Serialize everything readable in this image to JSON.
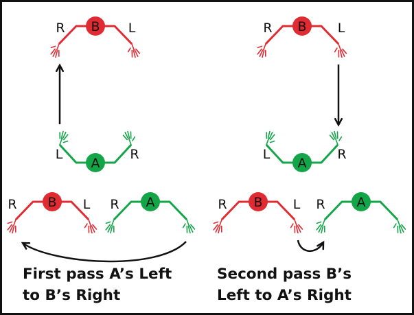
{
  "colors": {
    "person_b": "#e02b33",
    "person_a": "#13a548",
    "arrow": "#111111",
    "frame": "#111111"
  },
  "icons": {
    "hand": "hand-icon",
    "arrow": "arrow-icon"
  },
  "labels": {
    "b": "B",
    "a": "A",
    "right": "R",
    "left": "L"
  },
  "captions": {
    "first": [
      "First pass A’s Left",
      "to B’s Right"
    ],
    "second": [
      "Second pass B’s",
      "Left to A’s Right"
    ]
  }
}
